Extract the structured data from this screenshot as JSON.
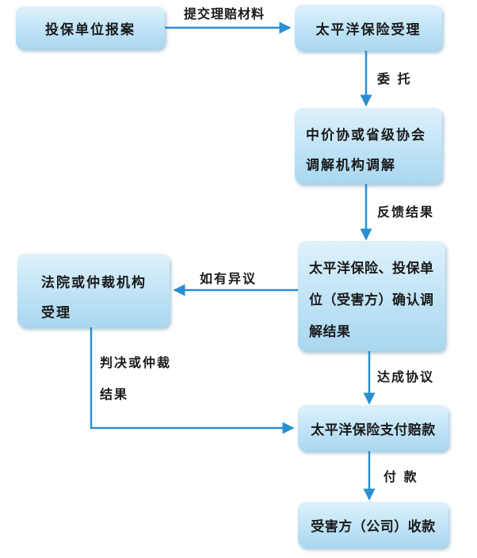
{
  "colors": {
    "connector": "#2a8fd0",
    "box_fill": "#bfe3f6",
    "text": "#1a1a1a"
  },
  "nodes": {
    "insured_report": "投保单位报案",
    "taiping_accept": "太平洋保险受理",
    "mediation_line1": "中价协或省级协会",
    "mediation_line2": "调解机构调解",
    "confirm_line1": "太平洋保险、投保单",
    "confirm_line2": "位（受害方）确认调",
    "confirm_line3": "解结果",
    "court_line1": "法院或仲裁机构",
    "court_line2": "受理",
    "payment": "太平洋保险支付赔款",
    "receive": "受害方（公司）收款"
  },
  "edges": {
    "submit_materials": "提交理赔材料",
    "entrust": "委 托",
    "feedback_result": "反馈结果",
    "objection": "如有异议",
    "agreement": "达成协议",
    "judgment_line1": "判决或仲裁",
    "judgment_line2": "结果",
    "pay": "付 款"
  }
}
